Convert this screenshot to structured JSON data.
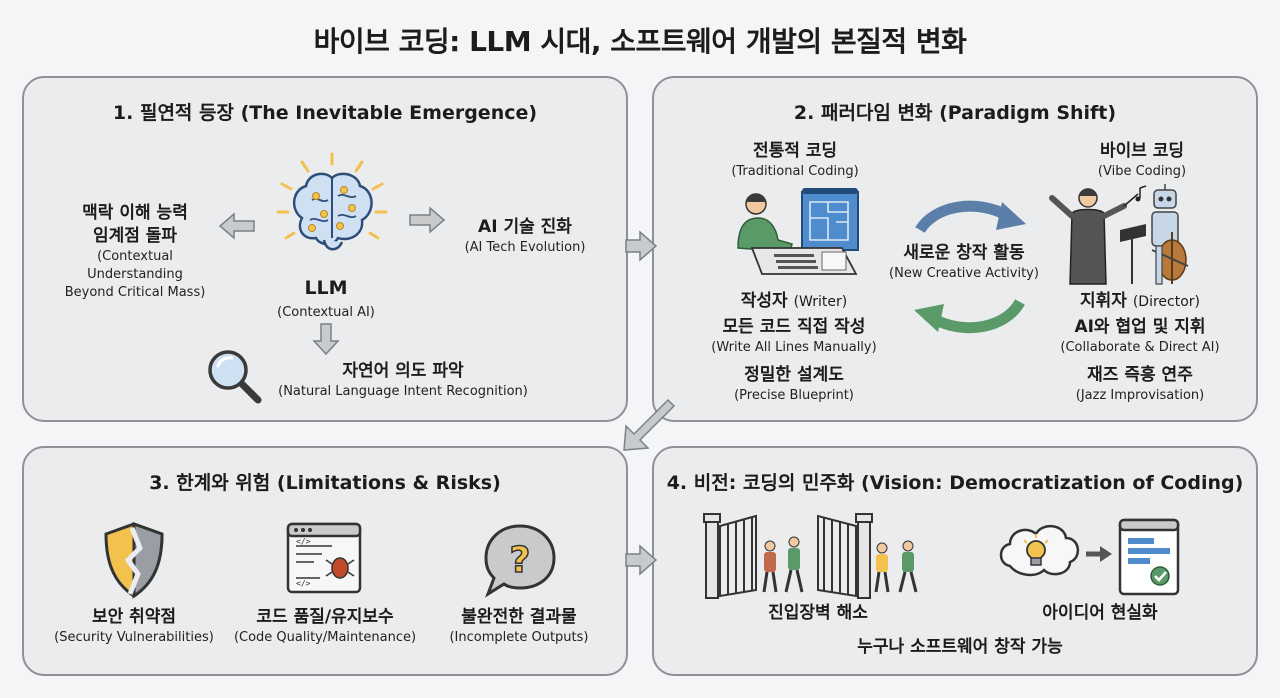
{
  "title": "바이브 코딩: LLM 시대, 소프트웨어 개발의 본질적 변화",
  "panel1": {
    "title": "1. 필연적 등장 (The Inevitable Emergence)",
    "left_ko_1": "맥락 이해 능력",
    "left_ko_2": "임계점 돌파",
    "left_en_1": "(Contextual",
    "left_en_2": "Understanding",
    "left_en_3": "Beyond Critical Mass)",
    "right_ko": "AI 기술 진화",
    "right_en": "(AI Tech Evolution)",
    "center_ko": "LLM",
    "center_en": "(Contextual AI)",
    "bottom_ko": "자연어 의도 파악",
    "bottom_en": "(Natural Language Intent Recognition)"
  },
  "panel2": {
    "title": "2. 패러다임 변화 (Paradigm Shift)",
    "trad_ko": "전통적 코딩",
    "trad_en": "(Traditional Coding)",
    "vibe_ko": "바이브 코딩",
    "vibe_en": "(Vibe Coding)",
    "center_ko": "새로운 창작 활동",
    "center_en": "(New Creative Activity)",
    "writer_ko": "작성자",
    "writer_en": "(Writer)",
    "manual_ko": "모든 코드 직접 작성",
    "manual_en": "(Write All Lines Manually)",
    "blueprint_ko": "정밀한 설계도",
    "blueprint_en": "(Precise Blueprint)",
    "director_ko": "지휘자",
    "director_en": "(Director)",
    "collab_ko": "AI와 협업 및 지휘",
    "collab_en": "(Collaborate & Direct AI)",
    "jazz_ko": "재즈 즉흥 연주",
    "jazz_en": "(Jazz Improvisation)"
  },
  "panel3": {
    "title": "3. 한계와 위험 (Limitations & Risks)",
    "items": [
      {
        "ko": "보안 취약점",
        "en": "(Security Vulnerabilities)"
      },
      {
        "ko": "코드 품질/유지보수",
        "en": "(Code Quality/Maintenance)"
      },
      {
        "ko": "불완전한 결과물",
        "en": "(Incomplete Outputs)"
      }
    ]
  },
  "panel4": {
    "title": "4. 비전: 코딩의 민주화 (Vision: Democratization of Coding)",
    "barrier_ko": "진입장벽 해소",
    "idea_ko": "아이디어 현실화",
    "footer_ko": "누구나 소프트웨어 창작 가능"
  },
  "colors": {
    "panel_bg": "#ebecee",
    "panel_border": "#8f9194",
    "accent_blue": "#3b6fb6",
    "accent_green": "#5a9a68",
    "accent_yellow": "#f2c14e"
  }
}
